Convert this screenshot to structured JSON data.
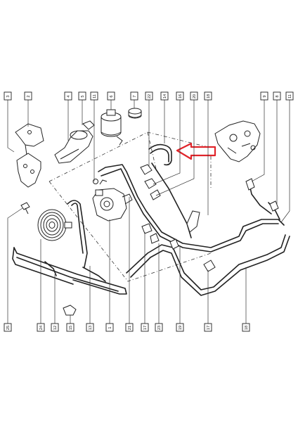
{
  "callouts_top": [
    {
      "id": "c3",
      "label": "3"
    },
    {
      "id": "c2",
      "label": "2"
    },
    {
      "id": "c4",
      "label": "4"
    },
    {
      "id": "c5",
      "label": "5"
    },
    {
      "id": "c6",
      "label": "6"
    },
    {
      "id": "c7",
      "label": "7"
    },
    {
      "id": "c22",
      "label": "22"
    },
    {
      "id": "c14",
      "label": "14"
    },
    {
      "id": "c16",
      "label": "16"
    },
    {
      "id": "c18a",
      "label": "18"
    },
    {
      "id": "c9",
      "label": "9"
    },
    {
      "id": "c8",
      "label": "8"
    },
    {
      "id": "c11b",
      "label": "11"
    },
    {
      "id": "c11a",
      "label": "11"
    },
    {
      "id": "c20",
      "label": "20"
    }
  ],
  "callouts_bottom": [
    {
      "id": "c25",
      "label": "25"
    },
    {
      "id": "c24",
      "label": "24"
    },
    {
      "id": "c12",
      "label": "12"
    },
    {
      "id": "c15",
      "label": "15"
    },
    {
      "id": "c13",
      "label": "13"
    },
    {
      "id": "c1",
      "label": "1"
    },
    {
      "id": "c21",
      "label": "21"
    },
    {
      "id": "c17a",
      "label": "17"
    },
    {
      "id": "c23",
      "label": "23"
    },
    {
      "id": "c19",
      "label": "19"
    },
    {
      "id": "c17b",
      "label": "17"
    },
    {
      "id": "c18b",
      "label": "18"
    }
  ],
  "highlight": {
    "color": "#e0242a",
    "target_part": "14"
  }
}
